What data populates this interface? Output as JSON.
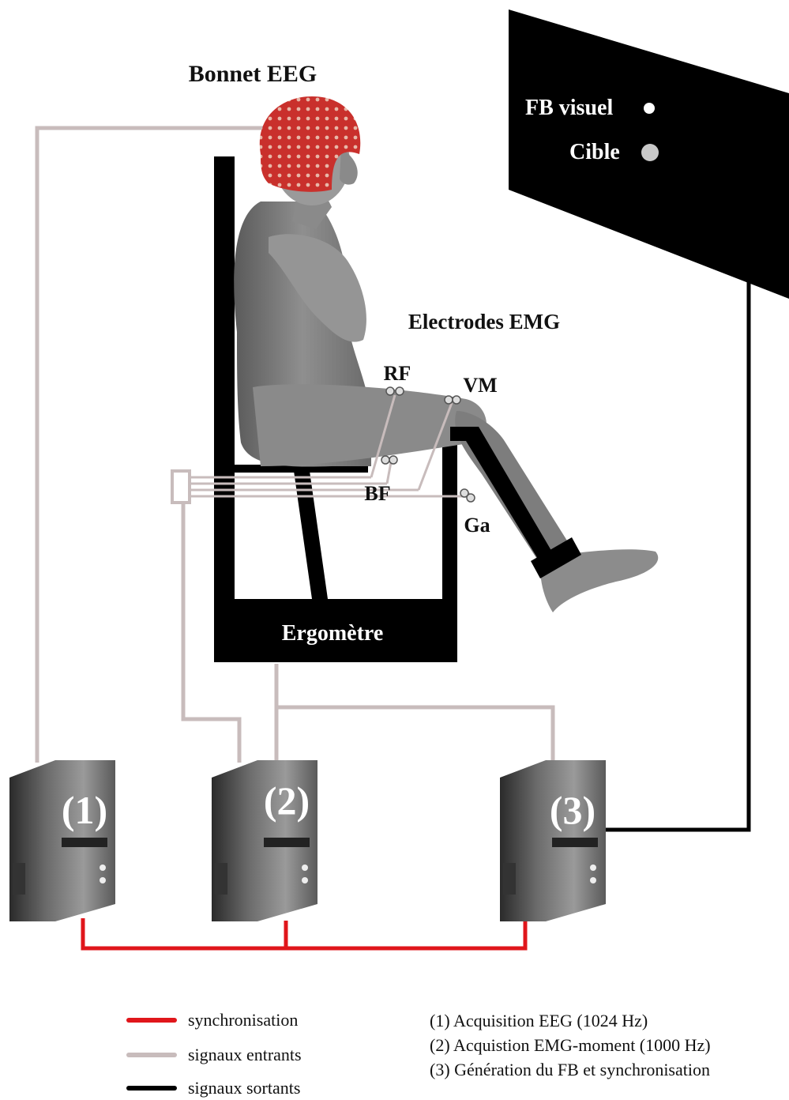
{
  "labels": {
    "eeg_cap": "Bonnet EEG",
    "emg_electrodes": "Electrodes EMG",
    "rf": "RF",
    "vm": "VM",
    "bf": "BF",
    "ga": "Ga",
    "ergometer": "Ergomètre",
    "fb_visual": "FB visuel",
    "target": "Cible"
  },
  "computers": [
    {
      "id": "1",
      "label": "(1)"
    },
    {
      "id": "2",
      "label": "(2)"
    },
    {
      "id": "3",
      "label": "(3)"
    }
  ],
  "legend": {
    "sync": {
      "label": "synchronisation",
      "color": "#e0161b"
    },
    "incoming": {
      "label": "signaux entrants",
      "color": "#c8bcbc"
    },
    "outgoing": {
      "label": "signaux sortants",
      "color": "#000000"
    }
  },
  "notes": [
    "(1) Acquisition EEG (1024 Hz)",
    "(2) Acquistion EMG-moment (1000 Hz)",
    "(3) Génération du FB et synchronisation"
  ],
  "colors": {
    "fb_dot": "#ffffff",
    "target_dot": "#c8c8c8",
    "cap": "#c9302c",
    "body": "#7a7a7a"
  }
}
